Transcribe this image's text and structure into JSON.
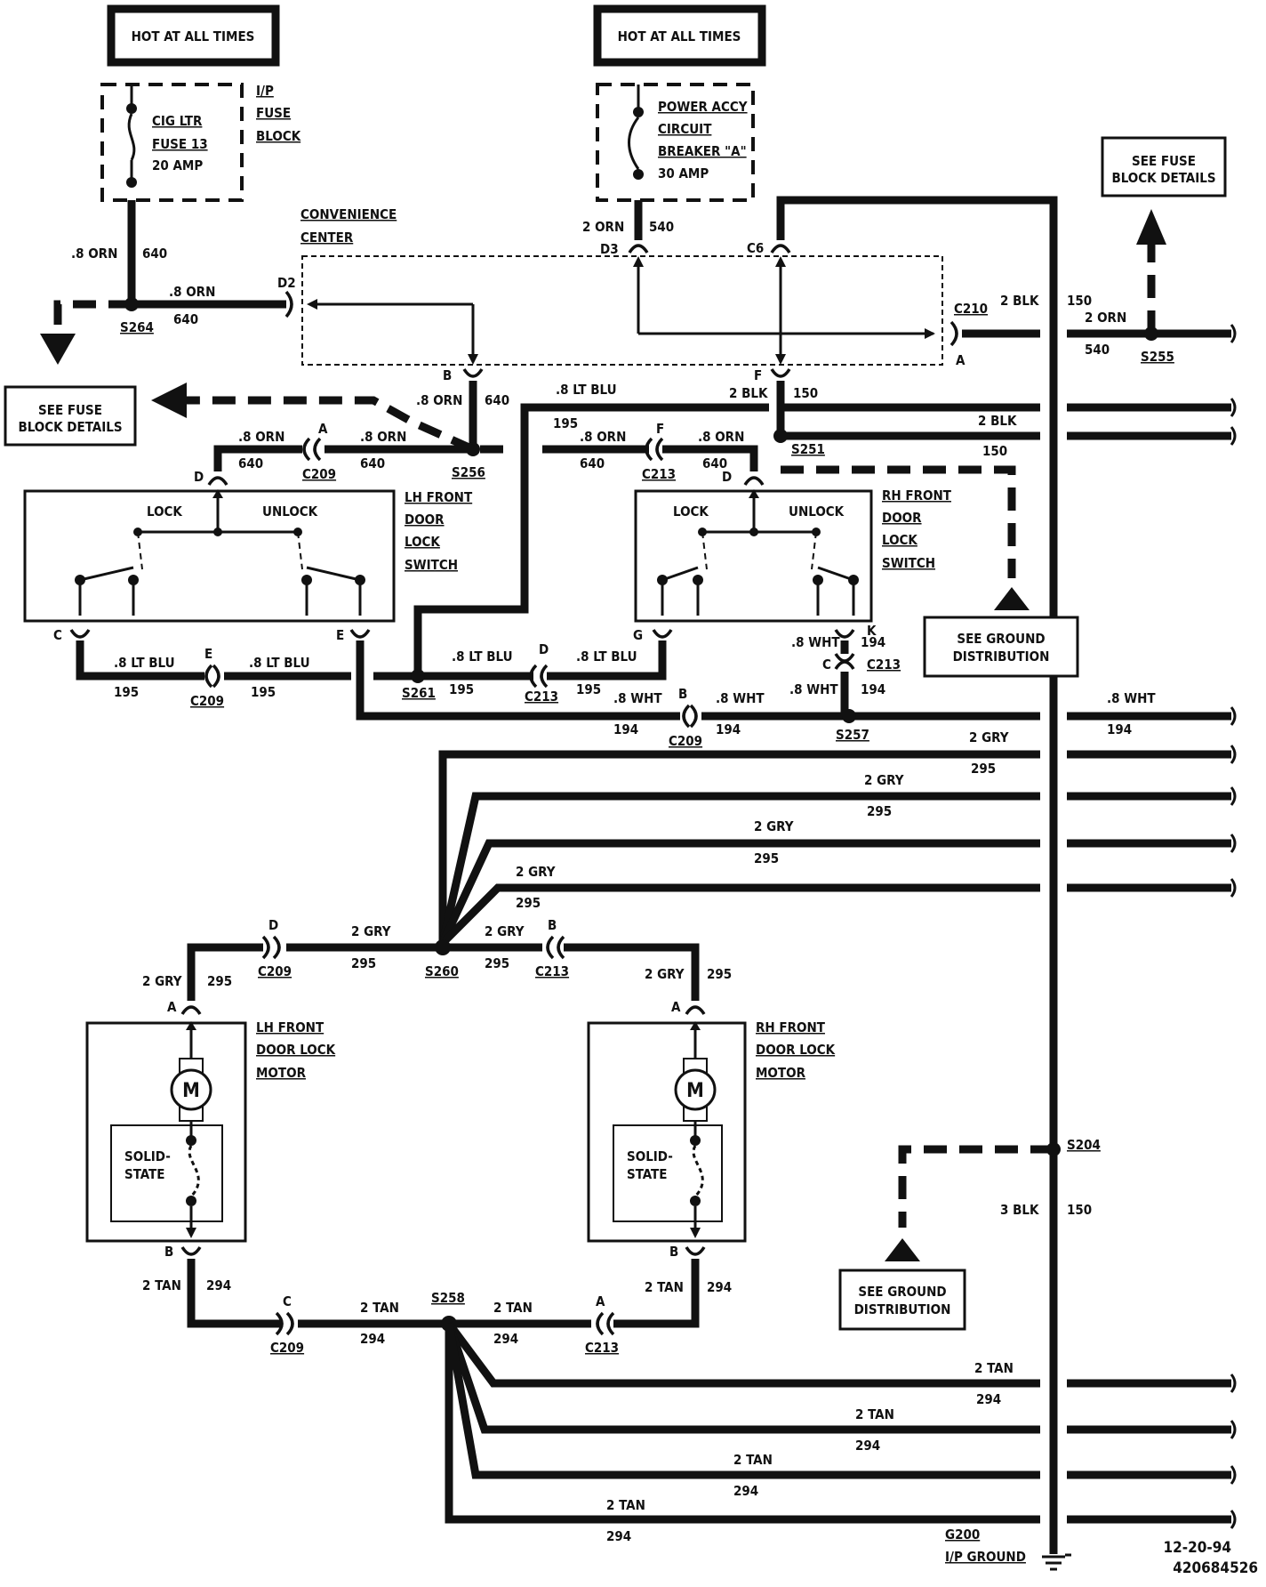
{
  "power": {
    "hot_label": "HOT AT ALL TIMES",
    "fuse_block_label": [
      "I/P",
      "FUSE",
      "BLOCK"
    ],
    "fuse_lines": [
      "CIG LTR",
      "FUSE 13",
      "20 AMP"
    ],
    "breaker_lines": [
      "POWER ACCY",
      "CIRCUIT",
      "BREAKER \"A\"",
      "30 AMP"
    ]
  },
  "notes": {
    "see_fuse_block": [
      "SEE FUSE",
      "BLOCK DETAILS"
    ],
    "see_ground": [
      "SEE GROUND",
      "DISTRIBUTION"
    ],
    "convenience_center": [
      "CONVENIENCE",
      "CENTER"
    ]
  },
  "components": {
    "lh_switch": {
      "label": [
        "LH FRONT",
        "DOOR",
        "LOCK",
        "SWITCH"
      ],
      "lock": "LOCK",
      "unlock": "UNLOCK"
    },
    "rh_switch": {
      "label": [
        "RH FRONT",
        "DOOR",
        "LOCK",
        "SWITCH"
      ],
      "lock": "LOCK",
      "unlock": "UNLOCK"
    },
    "lh_motor": {
      "label": [
        "LH FRONT",
        "DOOR LOCK",
        "MOTOR"
      ],
      "motor": "M",
      "solid_state": [
        "SOLID-",
        "STATE"
      ]
    },
    "rh_motor": {
      "label": [
        "RH FRONT",
        "DOOR LOCK",
        "MOTOR"
      ],
      "motor": "M",
      "solid_state": [
        "SOLID-",
        "STATE"
      ]
    }
  },
  "wires": {
    "orn_08": ".8 ORN",
    "orn_2": "2 ORN",
    "c640": "640",
    "c540": "540",
    "ltblu_08": ".8 LT BLU",
    "c195": "195",
    "wht_08": ".8 WHT",
    "c194": "194",
    "blk_2": "2 BLK",
    "blk_3": "3 BLK",
    "c150": "150",
    "gry_2": "2 GRY",
    "c295": "295",
    "tan_2": "2 TAN",
    "c294": "294"
  },
  "connectors": {
    "C209": "C209",
    "C213": "C213",
    "C210": "C210",
    "C6": "C6",
    "D2": "D2",
    "D3": "D3",
    "A": "A",
    "B": "B",
    "C": "C",
    "D": "D",
    "E": "E",
    "F": "F",
    "G": "G",
    "K": "K"
  },
  "splices": {
    "S264": "S264",
    "S256": "S256",
    "S261": "S261",
    "S251": "S251",
    "S255": "S255",
    "S257": "S257",
    "S260": "S260",
    "S258": "S258",
    "S204": "S204"
  },
  "ground": {
    "name": "G200",
    "label": "I/P GROUND"
  },
  "footer": {
    "date": "12-20-94",
    "part": "420684526"
  }
}
